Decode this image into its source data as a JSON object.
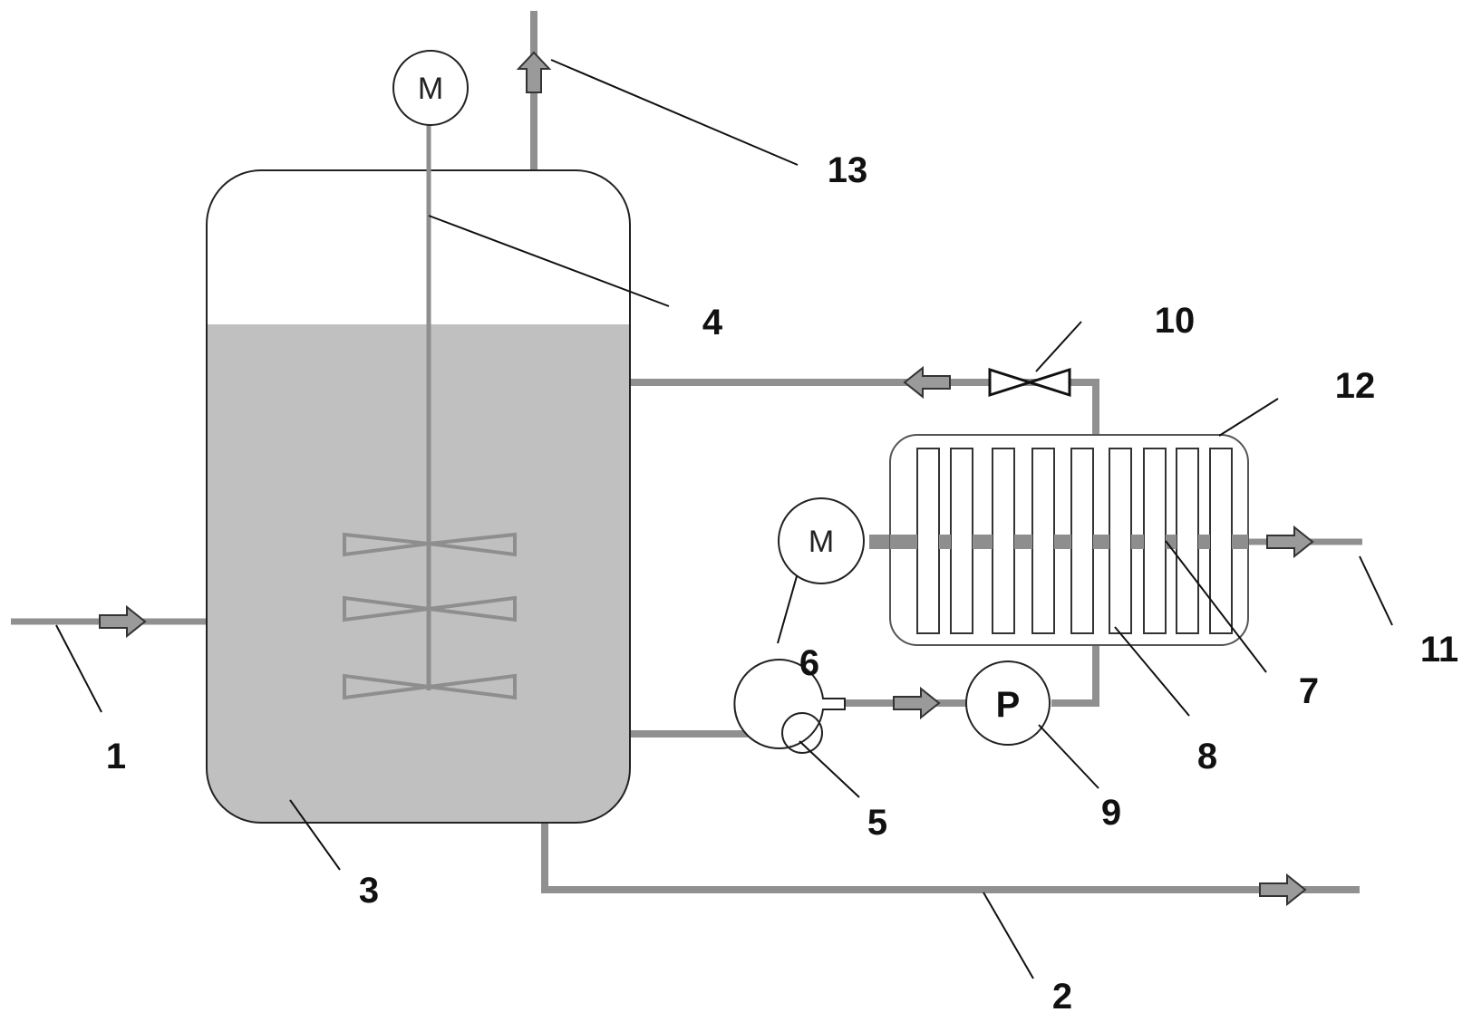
{
  "motor_symbol": "M",
  "pump_symbol": "P",
  "labels": {
    "l1": "1",
    "l2": "2",
    "l3": "3",
    "l4": "4",
    "l5": "5",
    "l6": "6",
    "l7": "7",
    "l8": "8",
    "l9": "9",
    "l10": "10",
    "l11": "11",
    "l12": "12",
    "l13": "13"
  },
  "colors": {
    "liquid": "#c0c0c0",
    "pipe": "#909090",
    "hatch": "#8e8e8e",
    "outline": "#222222"
  }
}
